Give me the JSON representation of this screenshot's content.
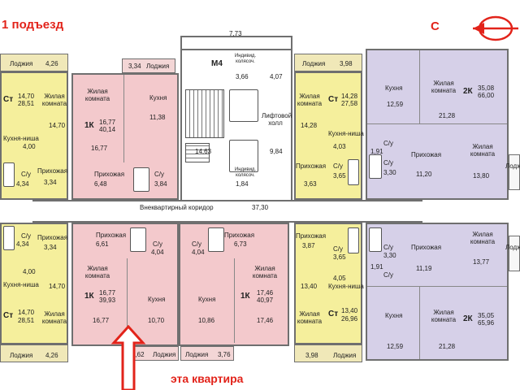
{
  "header": {
    "entrance": "1 подъезд",
    "compass": "С"
  },
  "note": "эта квартира",
  "colors": {
    "yellow": "#f5ef9c",
    "pink": "#f3c9cc",
    "purple": "#d6d0e8",
    "red": "#e2231a"
  },
  "core": {
    "top_dim": "7,73",
    "elevator": "М4",
    "ind_kol_1": "Индивид. колясоч.",
    "ind_kol_1_area": "3,66",
    "hall_small": "4,07",
    "lift_hall": "Лифтовой холл",
    "lift_hall_area": "9,84",
    "left_area": "14,63",
    "ind_kol_2": "Индивид. колясоч.",
    "ind_kol_2_area": "1,84",
    "corridor": "Внеквартирный коридор",
    "corridor_area": "37,30"
  },
  "left_top": {
    "loggia": "Лоджия",
    "loggia_area": "4,26",
    "st_code": "Ст",
    "st_area1": "14,70",
    "st_area2": "28,51",
    "living": "Жилая комната",
    "living_area": "14,70",
    "kitchen_niche": "Кухня-ниша",
    "kitchen_niche_area": "4,00",
    "bath": "С/у",
    "bath_area": "4,34",
    "hall": "Прихожая",
    "hall_area": "3,34"
  },
  "left_bottom": {
    "bath": "С/у",
    "bath_area": "4,34",
    "hall": "Прихожая",
    "hall_area": "3,34",
    "niche_area": "4,00",
    "kitchen_niche": "Кухня-ниша",
    "living_area": "14,70",
    "st_code": "Ст",
    "st_area1": "14,70",
    "st_area2": "28,51",
    "living": "Жилая комната",
    "loggia": "Лоджия",
    "loggia_area": "4,26"
  },
  "pink_top": {
    "loggia_area": "3,34",
    "loggia": "Лоджия",
    "living": "Жилая комната",
    "code": "1К",
    "area1": "16,77",
    "area2": "40,14",
    "living_area": "16,77",
    "kitchen": "Кухня",
    "kitchen_area": "11,38",
    "hall": "Прихожая",
    "hall_area": "6,48",
    "bath": "С/у",
    "bath_area": "3,84"
  },
  "pink_bottom_left": {
    "hall": "Прихожая",
    "hall_area": "6,61",
    "bath": "С/у",
    "bath_area": "4,04",
    "living": "Жилая комната",
    "code": "1К",
    "area1": "16,77",
    "area2": "39,93",
    "living_area": "16,77",
    "kitchen": "Кухня",
    "kitchen_area": "10,70",
    "loggia_area": "3,62",
    "loggia": "Лоджия"
  },
  "pink_bottom_right": {
    "bath": "С/у",
    "bath_area": "4,04",
    "hall": "Прихожая",
    "hall_area": "6,73",
    "kitchen": "Кухня",
    "kitchen_area": "10,86",
    "living": "Жилая комната",
    "code": "1К",
    "area1": "17,46",
    "area2": "40,97",
    "living_area": "17,46",
    "loggia": "Лоджия",
    "loggia_area": "3,76"
  },
  "right_top_yellow": {
    "loggia": "Лоджия",
    "loggia_area": "3,98",
    "living": "Жилая комната",
    "st_code": "Ст",
    "st_area1": "14,28",
    "st_area2": "27,58",
    "living_area": "14,28",
    "kitchen_niche": "Кухня-ниша",
    "kitchen_niche_area": "4,03",
    "bath": "С/у",
    "bath_area": "3,65",
    "hall": "Прихожая",
    "hall_area": "3,63"
  },
  "right_bottom_yellow": {
    "hall": "Прихожая",
    "hall_area": "3,87",
    "bath": "С/у",
    "bath_area": "3,65",
    "niche_area": "4,05",
    "kitchen_niche": "Кухня-ниша",
    "living_area": "13,40",
    "st_code": "Ст",
    "st_area1": "13,40",
    "st_area2": "26,96",
    "living": "Жилая комната",
    "loggia": "Лоджия",
    "loggia_area": "3,98"
  },
  "purple_top": {
    "kitchen": "Кухня",
    "kitchen_area": "12,59",
    "living1": "Жилая комната",
    "living1_area": "21,28",
    "code": "2К",
    "area1": "35,08",
    "area2": "66,00",
    "bath1": "С/у",
    "bath1_area": "1,91",
    "bath2": "С/у",
    "bath2_area": "3,30",
    "hall": "Прихожая",
    "hall_area": "11,20",
    "living2": "Жилая комната",
    "living2_area": "13,80",
    "loggia": "Лоджия"
  },
  "purple_bottom": {
    "bath2": "С/у",
    "bath2_area": "3,30",
    "bath1": "С/у",
    "bath1_area": "1,91",
    "hall": "Прихожая",
    "hall_area": "11,19",
    "living2": "Жилая комната",
    "living2_area": "13,77",
    "kitchen": "Кухня",
    "kitchen_area": "12,59",
    "living1": "Жилая комната",
    "living1_area": "21,28",
    "code": "2К",
    "area1": "35,05",
    "area2": "65,96",
    "loggia": "Лоджия"
  }
}
